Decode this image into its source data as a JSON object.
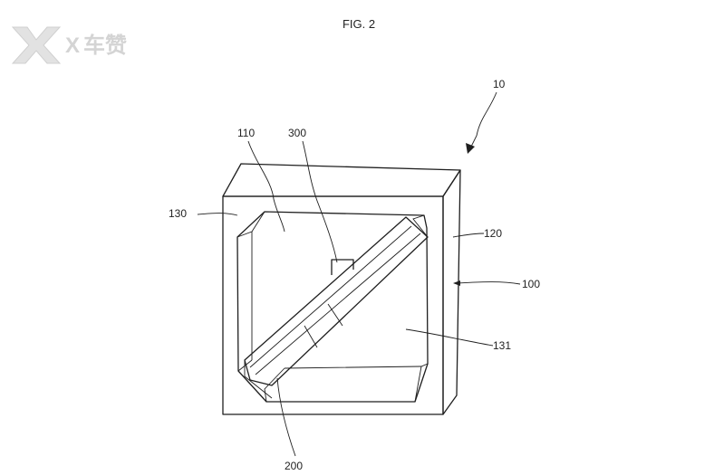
{
  "figure": {
    "title": "FIG. 2"
  },
  "watermark": {
    "brand": "X",
    "text": "车赞",
    "icon": "car-brand-logo-icon"
  },
  "labels": {
    "assembly": "10",
    "body": "100",
    "chamber": "110",
    "side_wall": "120",
    "frame": "130",
    "inner_face": "131",
    "plate": "200",
    "support": "300"
  },
  "colors": {
    "line": "#1f1f1f",
    "background": "#ffffff",
    "watermark": "#d4d4d4"
  }
}
